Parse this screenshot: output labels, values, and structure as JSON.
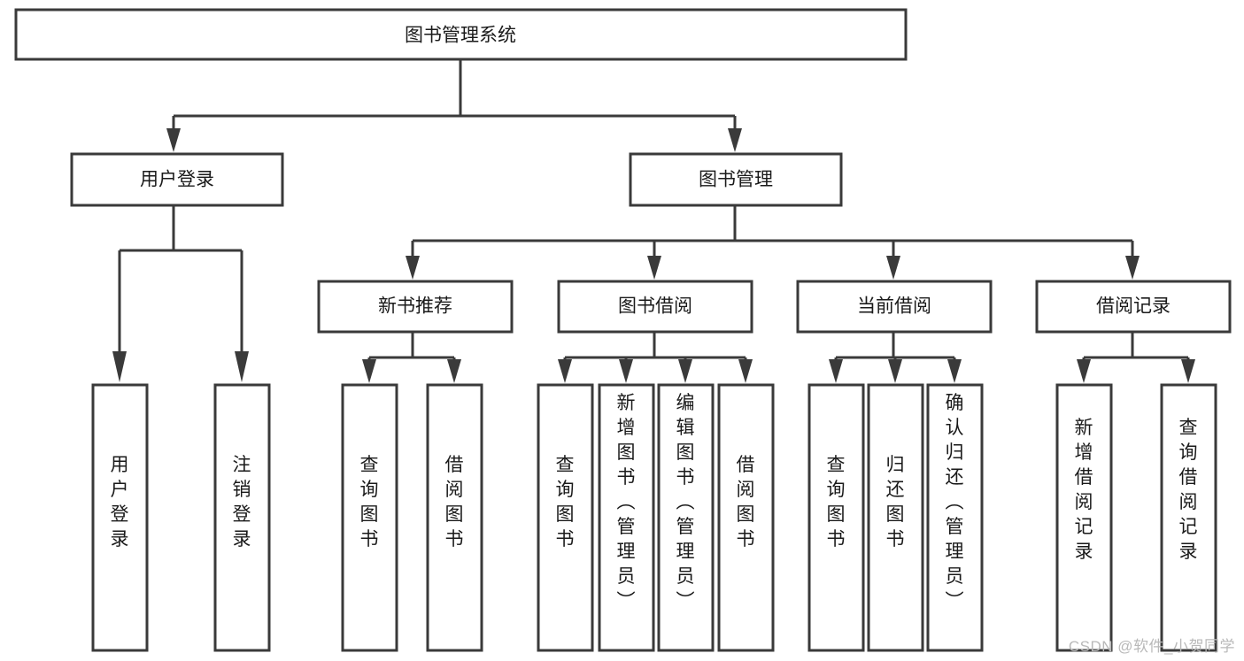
{
  "diagram": {
    "title": "图书管理系统",
    "type": "hierarchy-tree",
    "watermark": "CSDN @软件_小贺同学",
    "colors": {
      "stroke": "#3a3a3a",
      "fill": "#ffffff",
      "text": "#1a1a1a",
      "watermark": "#b9b9b9"
    },
    "root": {
      "id": "root",
      "label": "图书管理系统",
      "orientation": "horizontal"
    },
    "level2": [
      {
        "id": "user-login",
        "label": "用户登录",
        "orientation": "horizontal"
      },
      {
        "id": "book-manage",
        "label": "图书管理",
        "orientation": "horizontal"
      }
    ],
    "level3": [
      {
        "id": "new-book-recommend",
        "label": "新书推荐",
        "orientation": "horizontal",
        "parent": "book-manage"
      },
      {
        "id": "book-borrow",
        "label": "图书借阅",
        "orientation": "horizontal",
        "parent": "book-manage"
      },
      {
        "id": "current-borrow",
        "label": "当前借阅",
        "orientation": "horizontal",
        "parent": "book-manage"
      },
      {
        "id": "borrow-record",
        "label": "借阅记录",
        "orientation": "horizontal",
        "parent": "book-manage"
      }
    ],
    "leaves": [
      {
        "id": "leaf-user-login",
        "label": "用户登录",
        "orientation": "vertical",
        "parent": "user-login"
      },
      {
        "id": "leaf-user-logout",
        "label": "注销登录",
        "orientation": "vertical",
        "parent": "user-login"
      },
      {
        "id": "leaf-query-book-1",
        "label": "查询图书",
        "orientation": "vertical",
        "parent": "new-book-recommend"
      },
      {
        "id": "leaf-borrow-book-1",
        "label": "借阅图书",
        "orientation": "vertical",
        "parent": "new-book-recommend"
      },
      {
        "id": "leaf-query-book-2",
        "label": "查询图书",
        "orientation": "vertical",
        "parent": "book-borrow"
      },
      {
        "id": "leaf-add-book",
        "label": "新增图书（管理员）",
        "orientation": "vertical",
        "parent": "book-borrow"
      },
      {
        "id": "leaf-edit-book",
        "label": "编辑图书（管理员）",
        "orientation": "vertical",
        "parent": "book-borrow"
      },
      {
        "id": "leaf-borrow-book-2",
        "label": "借阅图书",
        "orientation": "vertical",
        "parent": "book-borrow"
      },
      {
        "id": "leaf-query-book-3",
        "label": "查询图书",
        "orientation": "vertical",
        "parent": "current-borrow"
      },
      {
        "id": "leaf-return-book",
        "label": "归还图书",
        "orientation": "vertical",
        "parent": "current-borrow"
      },
      {
        "id": "leaf-confirm-return",
        "label": "确认归还（管理员）",
        "orientation": "vertical",
        "parent": "current-borrow"
      },
      {
        "id": "leaf-add-record",
        "label": "新增借阅记录",
        "orientation": "vertical",
        "parent": "borrow-record"
      },
      {
        "id": "leaf-query-record",
        "label": "查询借阅记录",
        "orientation": "vertical",
        "parent": "borrow-record"
      }
    ]
  }
}
